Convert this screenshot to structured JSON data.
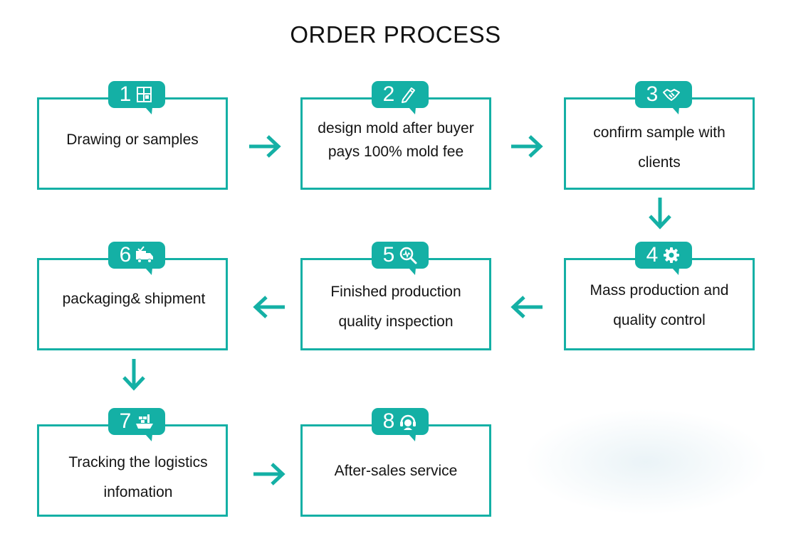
{
  "title": "ORDER PROCESS",
  "accent_color": "#14b0a5",
  "steps": [
    {
      "number": "1",
      "icon": "drawing-icon",
      "text": "Drawing or samples"
    },
    {
      "number": "2",
      "icon": "pen-icon",
      "text": "design mold after buyer pays 100% mold fee"
    },
    {
      "number": "3",
      "icon": "handshake-icon",
      "text": "confirm sample with clients"
    },
    {
      "number": "4",
      "icon": "gear-icon",
      "text": "Mass production and quality control"
    },
    {
      "number": "5",
      "icon": "magnifier-icon",
      "text": "Finished production quality inspection"
    },
    {
      "number": "6",
      "icon": "truck-icon",
      "text": "packaging& shipment"
    },
    {
      "number": "7",
      "icon": "ship-icon",
      "text": "Tracking the logistics infomation"
    },
    {
      "number": "8",
      "icon": "headset-icon",
      "text": "After-sales service"
    }
  ]
}
